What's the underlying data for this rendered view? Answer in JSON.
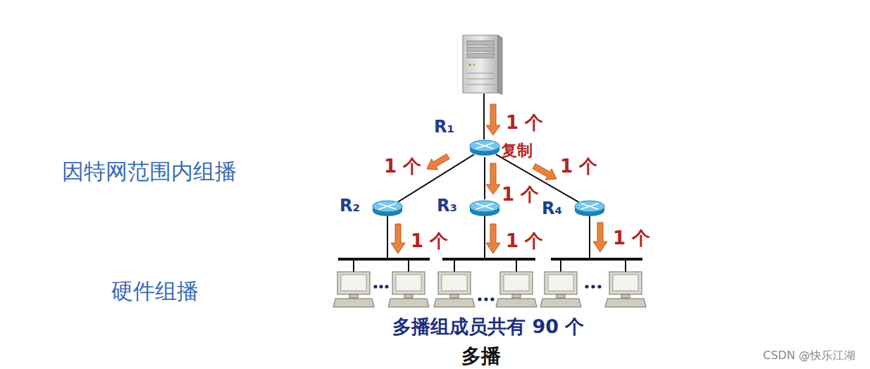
{
  "diagram": {
    "caption": "多播",
    "nodes": [
      {
        "text": [
          "R₁"
        ]
      },
      {
        "text": [
          "R₂"
        ]
      },
      {
        "text": [
          "R₃"
        ]
      },
      {
        "text": [
          "R₄"
        ]
      }
    ],
    "edges": [
      {
        "from": 0,
        "to": 1,
        "arrow": "none"
      },
      {
        "from": 0,
        "to": 2,
        "arrow": "none"
      },
      {
        "from": 0,
        "to": 3,
        "arrow": "none"
      }
    ],
    "labels": [
      "因特网范围内组播",
      "硬件组播",
      "1 个",
      "复制",
      "1 个",
      "1 个",
      "1 个",
      "1 个",
      "1 个",
      "1 个",
      "多播组成员共有 90 个",
      "CSDN @快乐江湖"
    ]
  }
}
